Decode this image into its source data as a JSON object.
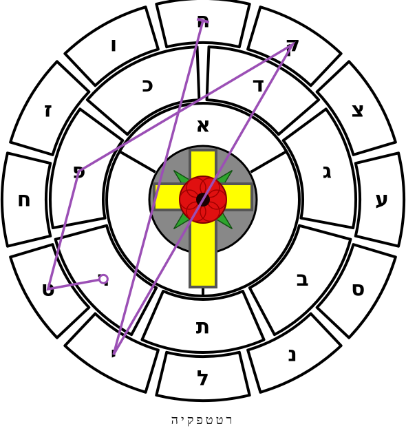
{
  "diagram": {
    "caption": "רטטפקיה",
    "colors": {
      "petal_fill": "#ffffff",
      "petal_stroke": "#000000",
      "sigil": "#9b4fb5",
      "cross_fill": "#ffff00",
      "cross_stroke": "#555555",
      "circle_bg": "#888888",
      "rose_red": "#e01010",
      "rose_leaves": "#2ea52e"
    },
    "inner_ring": [
      {
        "letter": "א",
        "angle": 0
      }
    ],
    "middle_ring": [
      {
        "letter": "ב"
      },
      {
        "letter": "ג"
      },
      {
        "letter": "ד"
      },
      {
        "letter": "כ"
      },
      {
        "letter": "פ"
      },
      {
        "letter": "ר"
      },
      {
        "letter": "ת"
      }
    ],
    "outer_ring": [
      {
        "letter": "ה"
      },
      {
        "letter": "ו"
      },
      {
        "letter": "ז"
      },
      {
        "letter": "ח"
      },
      {
        "letter": "ט"
      },
      {
        "letter": "י"
      },
      {
        "letter": "ל"
      },
      {
        "letter": "נ"
      },
      {
        "letter": "ס"
      },
      {
        "letter": "ע"
      },
      {
        "letter": "צ"
      },
      {
        "letter": "ק"
      }
    ],
    "sigil_order": [
      "ר",
      "ט",
      "ט",
      "פ",
      "ק",
      "י",
      "ה"
    ]
  }
}
